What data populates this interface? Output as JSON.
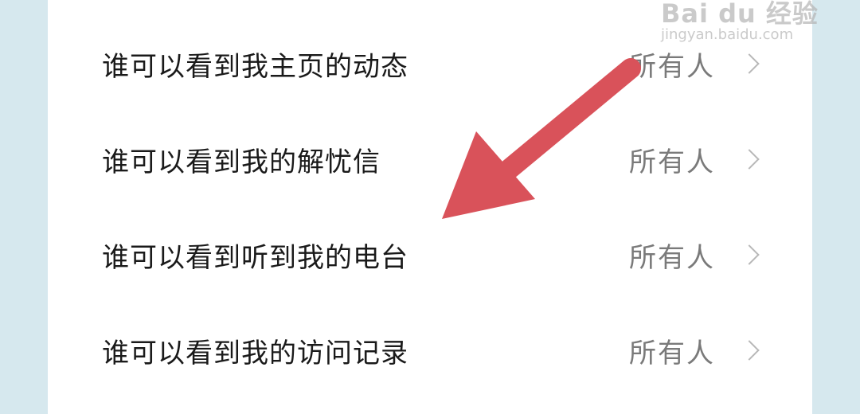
{
  "settings": {
    "items": [
      {
        "label": "谁可以看到我主页的动态",
        "value": "所有人"
      },
      {
        "label": "谁可以看到我的解忧信",
        "value": "所有人"
      },
      {
        "label": "谁可以看到听到我的电台",
        "value": "所有人"
      },
      {
        "label": "谁可以看到我的访问记录",
        "value": "所有人"
      }
    ]
  },
  "annotation": {
    "arrow_color": "#d9525a"
  },
  "watermark": {
    "main": "Bai du 经验",
    "sub": "jingyan.baidu.com"
  }
}
